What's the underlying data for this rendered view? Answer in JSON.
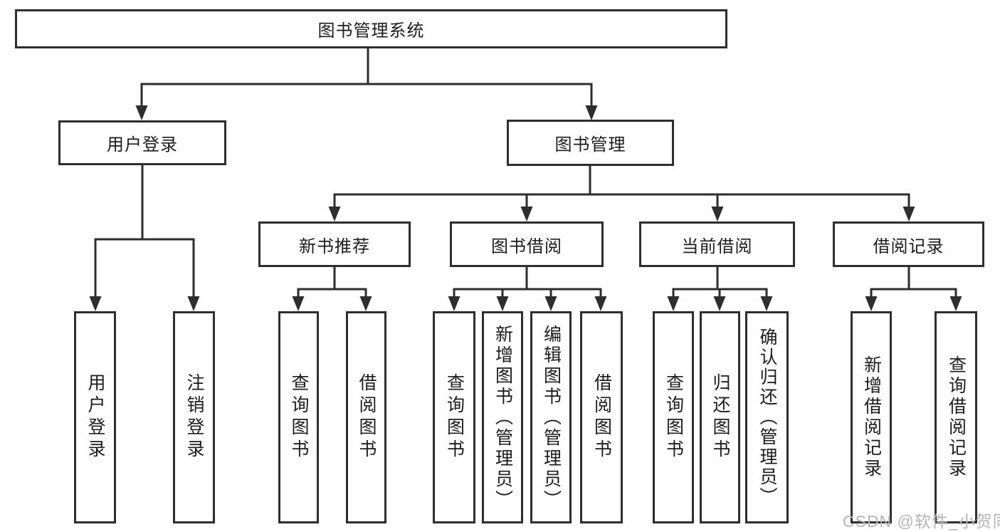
{
  "diagram_title": "图书管理系统",
  "nodes": {
    "root": {
      "label": "图书管理系统"
    },
    "user_login": {
      "label": "用户登录"
    },
    "book_mgmt": {
      "label": "图书管理"
    },
    "new_book_rec": {
      "label": "新书推荐"
    },
    "book_borrow": {
      "label": "图书借阅"
    },
    "current_borrow": {
      "label": "当前借阅"
    },
    "borrow_records": {
      "label": "借阅记录"
    },
    "leaf_user_login": {
      "label": "用户登录"
    },
    "leaf_logout": {
      "label": "注销登录"
    },
    "leaf_rec_query": {
      "label": "查询图书"
    },
    "leaf_rec_borrow": {
      "label": "借阅图书"
    },
    "leaf_bor_query": {
      "label": "查询图书"
    },
    "leaf_bor_add": {
      "label": "新增图书（管理员）"
    },
    "leaf_bor_edit": {
      "label": "编辑图书（管理员）"
    },
    "leaf_bor_borrow": {
      "label": "借阅图书"
    },
    "leaf_cur_query": {
      "label": "查询图书"
    },
    "leaf_cur_return": {
      "label": "归还图书"
    },
    "leaf_cur_confirm": {
      "label": "确认归还（管理员）"
    },
    "leaf_rcd_add": {
      "label": "新增借阅记录"
    },
    "leaf_rcd_query": {
      "label": "查询借阅记录"
    }
  },
  "hierarchy": {
    "图书管理系统": [
      "用户登录",
      "图书管理"
    ],
    "用户登录": [
      "用户登录",
      "注销登录"
    ],
    "图书管理": [
      "新书推荐",
      "图书借阅",
      "当前借阅",
      "借阅记录"
    ],
    "新书推荐": [
      "查询图书",
      "借阅图书"
    ],
    "图书借阅": [
      "查询图书",
      "新增图书（管理员）",
      "编辑图书（管理员）",
      "借阅图书"
    ],
    "当前借阅": [
      "查询图书",
      "归还图书",
      "确认归还（管理员）"
    ],
    "借阅记录": [
      "新增借阅记录",
      "查询借阅记录"
    ]
  },
  "watermark": "CSDN @软件_小贺同学",
  "colors": {
    "line": "#2e2e2e",
    "text": "#1c1c1c",
    "box_background": "#ffffff",
    "watermark": "#b5b5b5",
    "page_background": "#ffffff"
  }
}
